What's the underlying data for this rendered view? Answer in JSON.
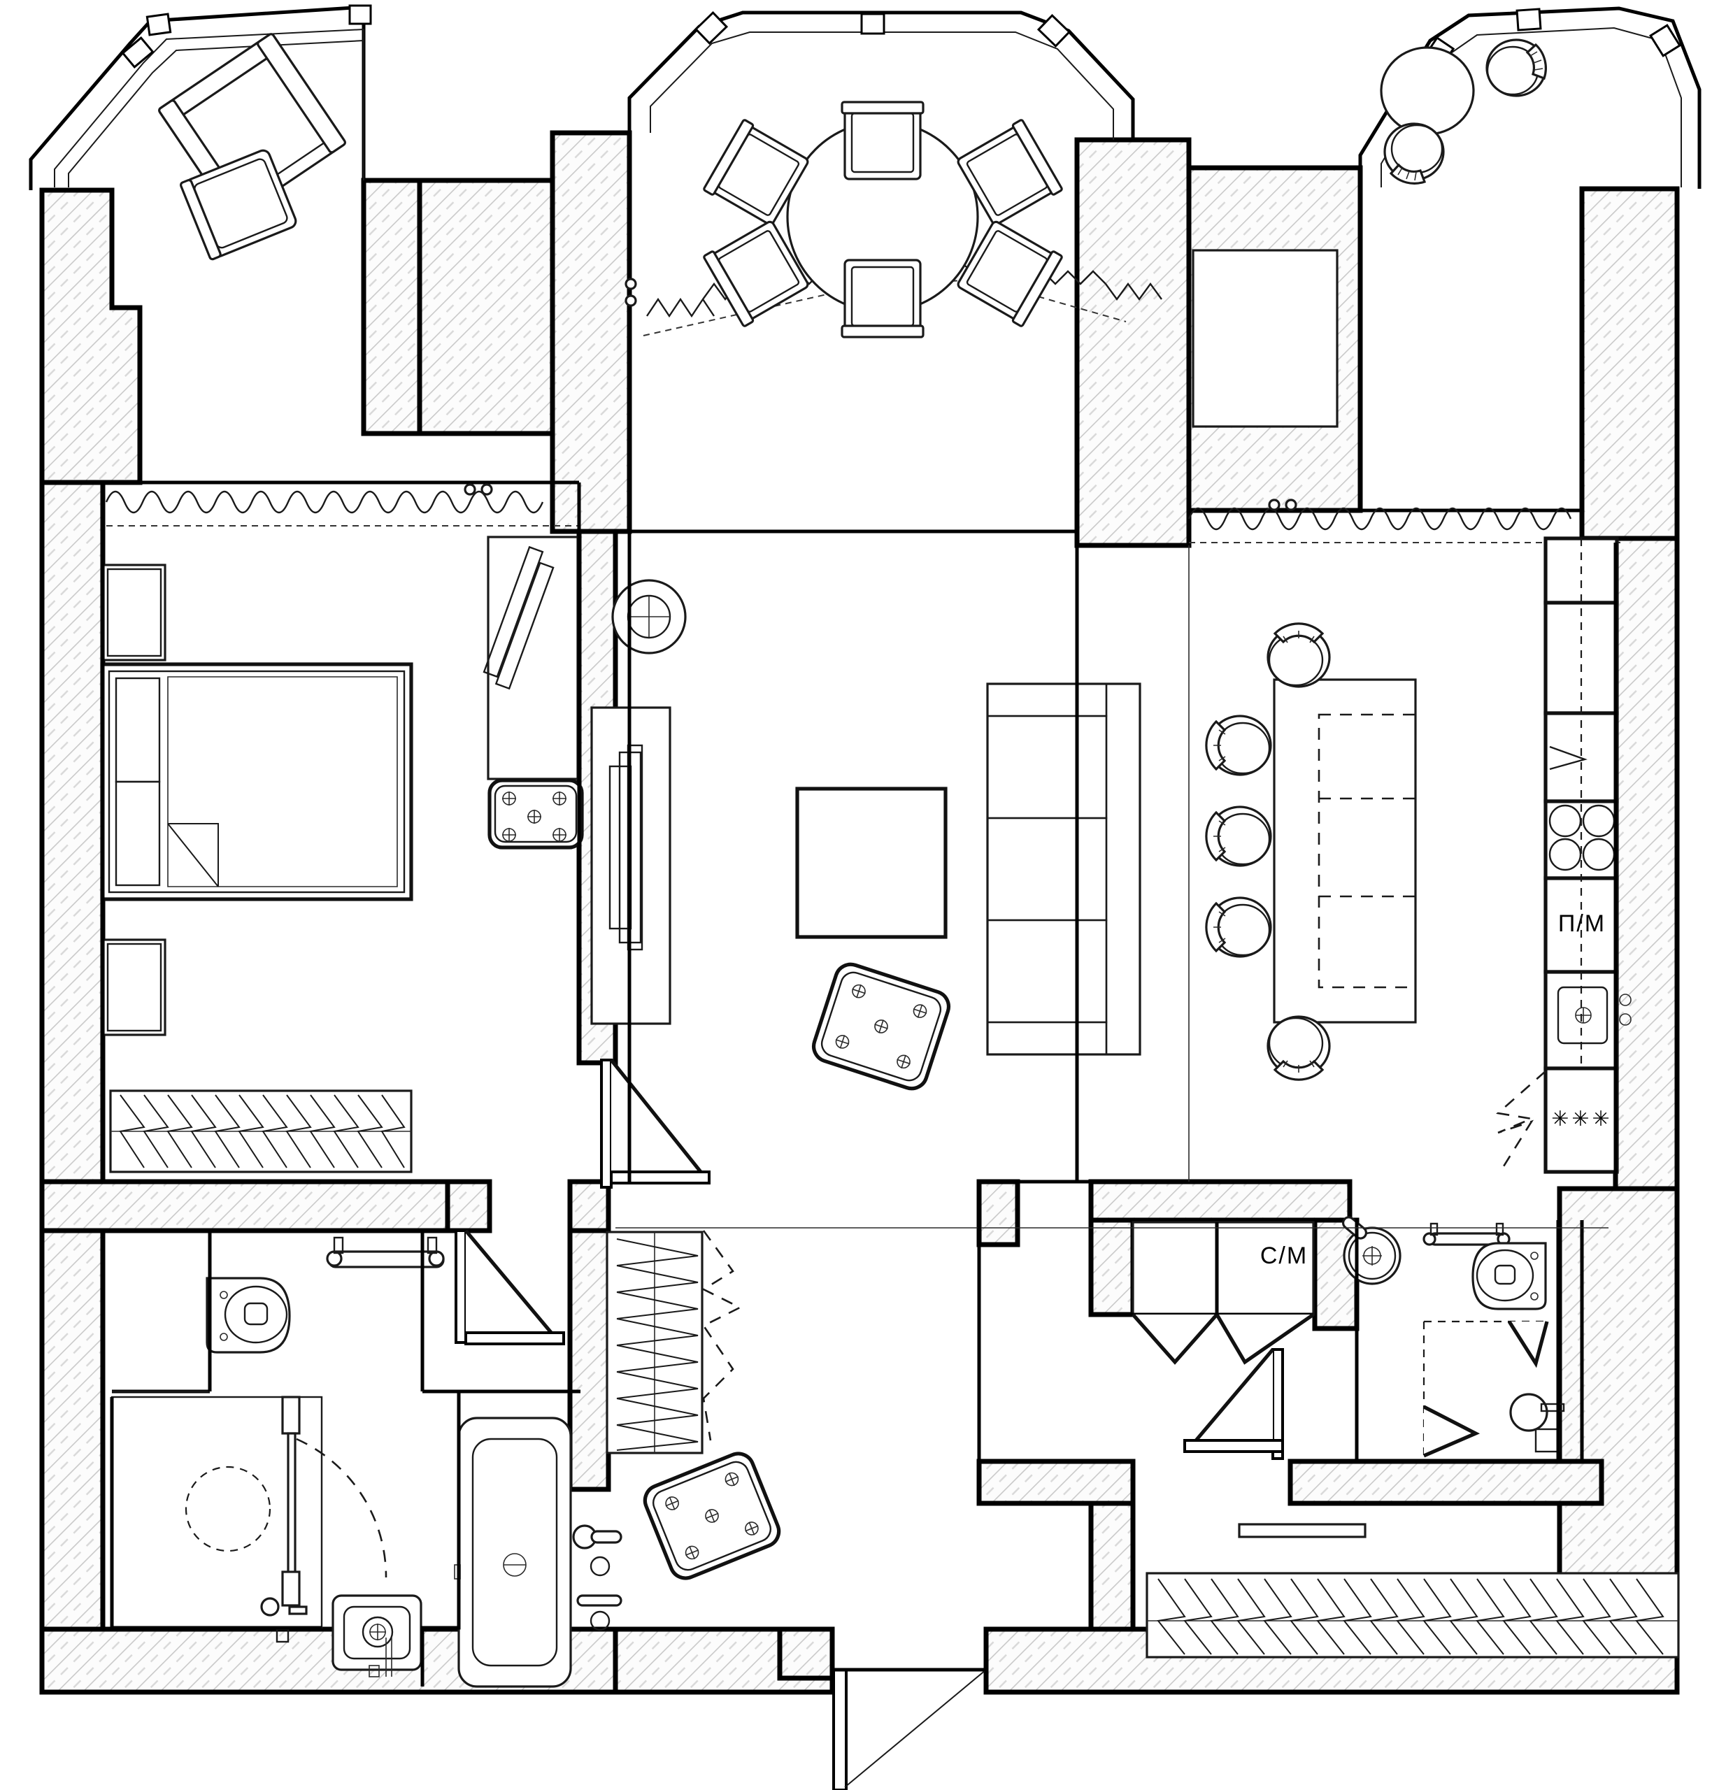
{
  "document": {
    "type": "architectural-floor-plan",
    "title": "Apartment Floor Plan",
    "scale_note": "",
    "line_color": "#000000",
    "wall_hatch_color": "#cccccc",
    "background": "#ffffff"
  },
  "labels": {
    "dishwasher": "П/М",
    "washing_machine": "С/М",
    "refrigerator": "✳✳✳"
  },
  "rooms": [
    {
      "id": "balcony-left",
      "name": "Balcony (left)",
      "furniture": [
        "armchair",
        "side-chair"
      ]
    },
    {
      "id": "balcony-center",
      "name": "Balcony (center)",
      "furniture": [
        "round-dining-table",
        "dining-chair x6"
      ]
    },
    {
      "id": "balcony-right",
      "name": "Balcony (right)",
      "furniture": [
        "round-table",
        "round-chair x2"
      ]
    },
    {
      "id": "bedroom",
      "name": "Bedroom",
      "furniture": [
        "double-bed",
        "nightstand x2",
        "wardrobe",
        "desk",
        "pouf",
        "round-side-table"
      ]
    },
    {
      "id": "living-room",
      "name": "Living Room",
      "furniture": [
        "sofa",
        "coffee-table",
        "pouf",
        "tv-console"
      ]
    },
    {
      "id": "kitchen",
      "name": "Kitchen",
      "furniture": [
        "island",
        "bar-stool x5",
        "oven",
        "hob",
        "sink",
        "dishwasher",
        "refrigerator",
        "tall-cabinet"
      ]
    },
    {
      "id": "bathroom-main",
      "name": "Bathroom (main)",
      "furniture": [
        "toilet",
        "bathtub",
        "washbasin",
        "shower",
        "towel-rail"
      ]
    },
    {
      "id": "bathroom-guest",
      "name": "Bathroom (guest)",
      "furniture": [
        "round-washbasin",
        "toilet",
        "shower",
        "towel-rail"
      ]
    },
    {
      "id": "hall",
      "name": "Entrance Hall",
      "furniture": [
        "wardrobe",
        "pouf"
      ]
    },
    {
      "id": "laundry",
      "name": "Laundry / Utility",
      "furniture": [
        "washing-machine"
      ]
    },
    {
      "id": "dressing",
      "name": "Dressing Room",
      "furniture": [
        "wardrobe"
      ]
    }
  ],
  "symbols": [
    {
      "name": "curtain",
      "style": "wavy-line-with-dashed-rod"
    },
    {
      "name": "door-swing",
      "style": "quarter-arc-dashed"
    },
    {
      "name": "wall-hatch",
      "style": "diagonal-light-gray"
    },
    {
      "name": "hanging-clothes",
      "style": "zigzag-lines"
    },
    {
      "name": "pouf-tufting",
      "style": "cross-in-circle x5"
    },
    {
      "name": "hob-burners",
      "count": 4
    },
    {
      "name": "oven",
      "style": "chevron"
    }
  ],
  "counts": {
    "dining_chairs": 6,
    "bar_stools": 5,
    "balcony_chairs": 2,
    "bathrooms": 2,
    "bedrooms": 1,
    "balconies": 3
  }
}
